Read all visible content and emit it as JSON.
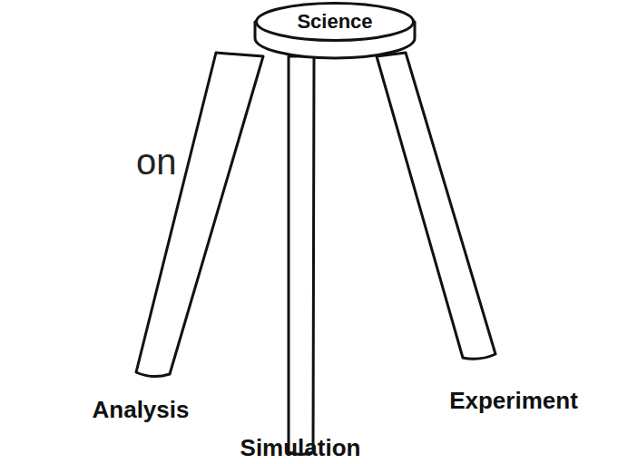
{
  "diagram": {
    "nodes": [
      {
        "text": [
          "Science"
        ]
      }
    ],
    "labels": [
      "on",
      "Analysis",
      "Simulation",
      "Experiment"
    ]
  }
}
